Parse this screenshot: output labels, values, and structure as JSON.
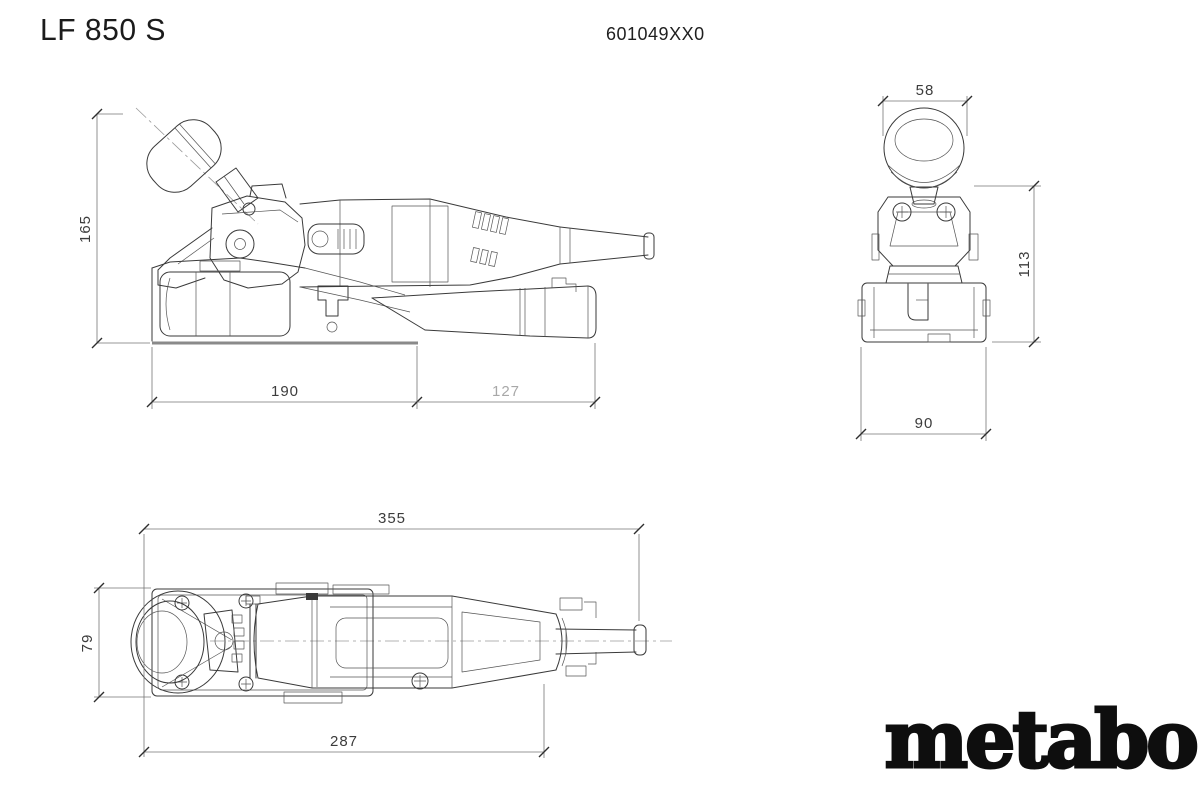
{
  "page": {
    "title": "LF 850 S",
    "order_number": "601049XX0",
    "background": "#ffffff"
  },
  "brand": {
    "logo_text": "metabo",
    "logo_color": "#0e0e0e"
  },
  "drawing": {
    "line_color": "#3a3a3a",
    "dim_color": "#767676",
    "muted_dim_color": "#a8a8a8",
    "views": [
      {
        "id": "side",
        "name": "side-view",
        "dimensions_mm": {
          "height": 165,
          "base_length": 190,
          "duct_length": 127
        }
      },
      {
        "id": "front",
        "name": "front-view",
        "dimensions_mm": {
          "knob_width": 58,
          "body_height": 113,
          "base_width": 90
        }
      },
      {
        "id": "top",
        "name": "top-view",
        "dimensions_mm": {
          "overall_length": 355,
          "base_width": 79,
          "body_length": 287
        }
      }
    ],
    "labels": {
      "side_height": "165",
      "side_base": "190",
      "side_duct": "127",
      "front_knob": "58",
      "front_height": "113",
      "front_base": "90",
      "top_total": "355",
      "top_width": "79",
      "top_body": "287"
    }
  }
}
